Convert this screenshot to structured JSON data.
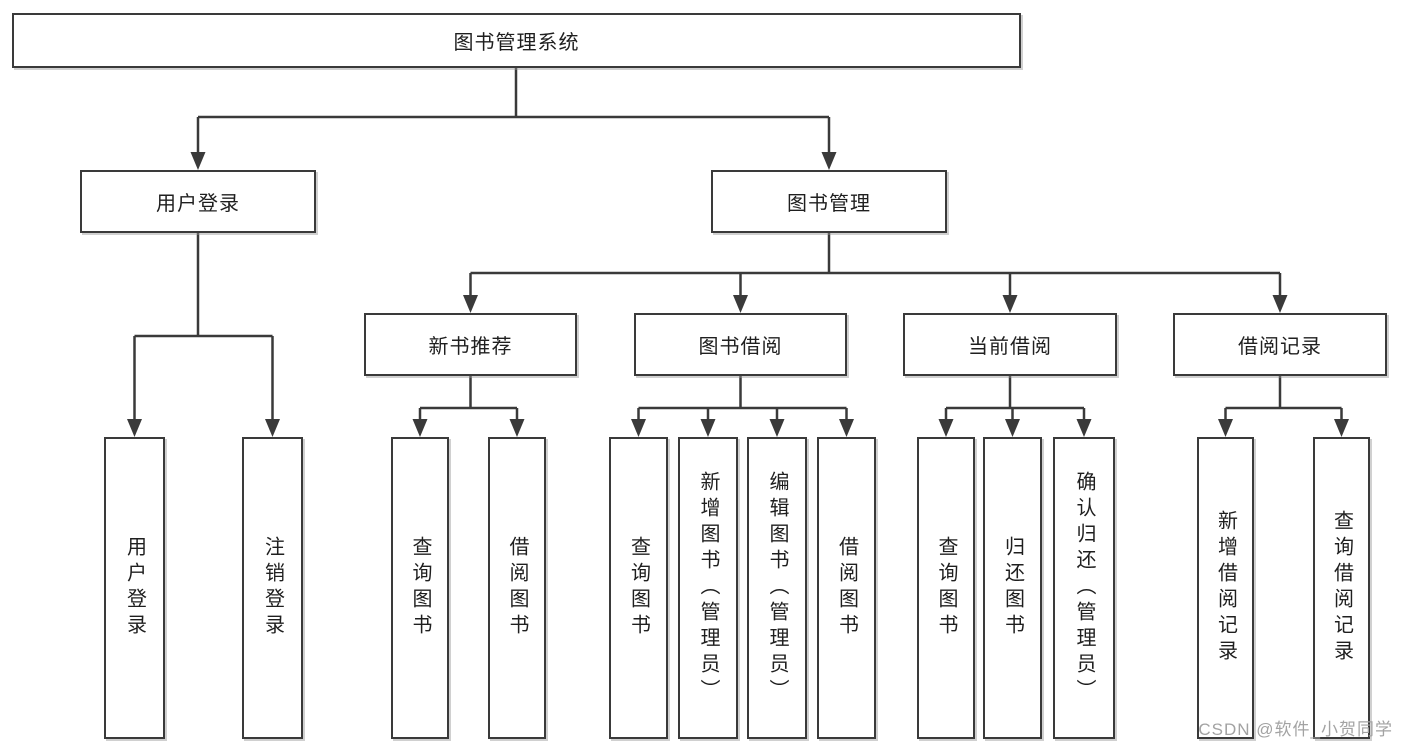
{
  "diagram": {
    "type": "hierarchy-tree",
    "title": "图书管理系统",
    "tree": {
      "root": {
        "label": "图书管理系统"
      },
      "level2": [
        {
          "label": "用户登录"
        },
        {
          "label": "图书管理"
        }
      ],
      "level3": [
        {
          "label": "新书推荐"
        },
        {
          "label": "图书借阅"
        },
        {
          "label": "当前借阅"
        },
        {
          "label": "借阅记录"
        }
      ],
      "leaves": {
        "user_login": [
          {
            "label": "用户登录"
          },
          {
            "label": "注销登录"
          }
        ],
        "new_book": [
          {
            "label": "查询图书"
          },
          {
            "label": "借阅图书"
          }
        ],
        "book_borrow": [
          {
            "label": "查询图书"
          },
          {
            "label": "新增图书（管理员）"
          },
          {
            "label": "编辑图书（管理员）"
          },
          {
            "label": "借阅图书"
          }
        ],
        "current_borrow": [
          {
            "label": "查询图书"
          },
          {
            "label": "归还图书"
          },
          {
            "label": "确认归还（管理员）"
          }
        ],
        "borrow_record": [
          {
            "label": "新增借阅记录"
          },
          {
            "label": "查询借阅记录"
          }
        ]
      }
    },
    "colors": {
      "line": "#3a3a3a",
      "box_border": "#3a3a3a",
      "box_fill": "#ffffff",
      "text": "#1f1f1f",
      "watermark": "#a3a3a3",
      "background": "#ffffff"
    }
  },
  "watermark": {
    "text": "CSDN @软件_小贺同学"
  }
}
